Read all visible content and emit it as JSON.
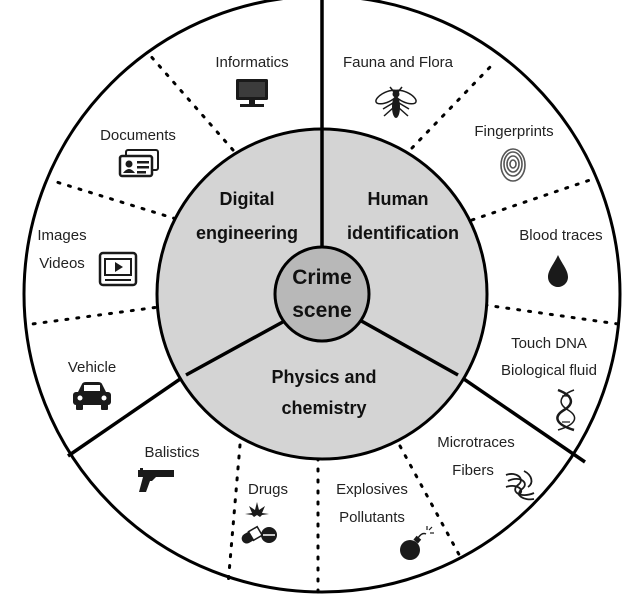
{
  "colors": {
    "inner_fill": "#d4d4d4",
    "center_fill": "#b8b8b8",
    "line": "#000000",
    "icon": "#1a1a1a"
  },
  "center": {
    "line1": "Crime",
    "line2": "scene"
  },
  "sectors": {
    "digital": {
      "line1": "Digital",
      "line2": "engineering"
    },
    "human": {
      "line1": "Human",
      "line2": "identification"
    },
    "physics": {
      "line1": "Physics and",
      "line2": "chemistry"
    }
  },
  "items": {
    "informatics": {
      "label": "Informatics",
      "icon": "computer-icon"
    },
    "documents": {
      "label": "Documents",
      "icon": "id-card-icon"
    },
    "images_videos": {
      "line1": "Images",
      "line2": "Videos",
      "icon": "video-player-icon"
    },
    "vehicle": {
      "label": "Vehicle",
      "icon": "car-icon"
    },
    "fauna_flora": {
      "label": "Fauna and Flora",
      "icon": "insect-icon"
    },
    "fingerprints": {
      "label": "Fingerprints",
      "icon": "fingerprint-icon"
    },
    "blood_traces": {
      "label": "Blood traces",
      "icon": "blood-drop-icon"
    },
    "touch_dna": {
      "line1": "Touch DNA",
      "line2": "Biological fluid",
      "icon": "dna-icon"
    },
    "balistics": {
      "label": "Balistics",
      "icon": "gun-icon"
    },
    "drugs": {
      "label": "Drugs",
      "icon": "pills-icon"
    },
    "explosives": {
      "line1": "Explosives",
      "line2": "Pollutants",
      "icon": "bomb-icon"
    },
    "microtraces": {
      "line1": "Microtraces",
      "line2": "Fibers",
      "icon": "fibers-icon"
    }
  }
}
